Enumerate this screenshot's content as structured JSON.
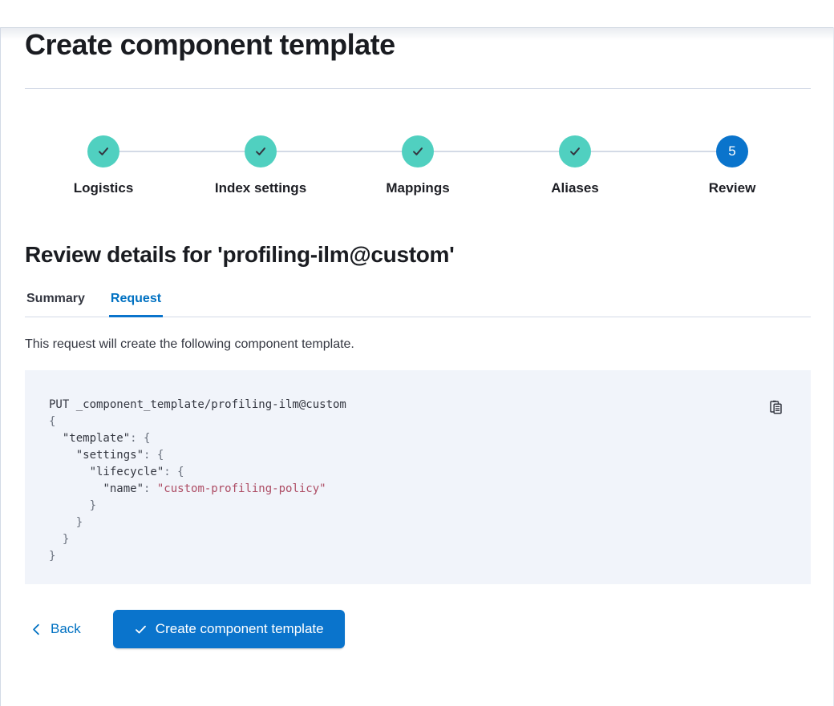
{
  "page": {
    "title": "Create component template"
  },
  "stepper": {
    "steps": [
      {
        "label": "Logistics",
        "status": "complete"
      },
      {
        "label": "Index settings",
        "status": "complete"
      },
      {
        "label": "Mappings",
        "status": "complete"
      },
      {
        "label": "Aliases",
        "status": "complete"
      },
      {
        "label": "Review",
        "status": "current",
        "number": "5"
      }
    ]
  },
  "review": {
    "heading": "Review details for 'profiling-ilm@custom'",
    "tabs": [
      {
        "label": "Summary",
        "selected": false
      },
      {
        "label": "Request",
        "selected": true
      }
    ],
    "description": "This request will create the following component template."
  },
  "code_block": {
    "language": "json",
    "copy_icon": "copy-clipboard-icon",
    "lines": [
      [
        {
          "text": "PUT _component_template/profiling-ilm@custom",
          "style": "plain"
        }
      ],
      [
        {
          "text": "{",
          "style": "punct"
        }
      ],
      [
        {
          "text": "  ",
          "style": "plain"
        },
        {
          "text": "\"template\"",
          "style": "key"
        },
        {
          "text": ": {",
          "style": "punct"
        }
      ],
      [
        {
          "text": "    ",
          "style": "plain"
        },
        {
          "text": "\"settings\"",
          "style": "key"
        },
        {
          "text": ": {",
          "style": "punct"
        }
      ],
      [
        {
          "text": "      ",
          "style": "plain"
        },
        {
          "text": "\"lifecycle\"",
          "style": "key"
        },
        {
          "text": ": {",
          "style": "punct"
        }
      ],
      [
        {
          "text": "        ",
          "style": "plain"
        },
        {
          "text": "\"name\"",
          "style": "key"
        },
        {
          "text": ": ",
          "style": "punct"
        },
        {
          "text": "\"custom-profiling-policy\"",
          "style": "string"
        }
      ],
      [
        {
          "text": "      }",
          "style": "punct"
        }
      ],
      [
        {
          "text": "    }",
          "style": "punct"
        }
      ],
      [
        {
          "text": "  }",
          "style": "punct"
        }
      ],
      [
        {
          "text": "}",
          "style": "punct"
        }
      ]
    ]
  },
  "footer": {
    "back_label": "Back",
    "back_icon": "chevron-left-icon",
    "submit_label": "Create component template",
    "submit_icon": "check-icon"
  },
  "icons": {
    "step_complete": "check-icon",
    "step_current_number": "5"
  },
  "colors": {
    "step_complete_fill": "#50d0c0",
    "step_current_fill": "#0a74cc",
    "primary_button": "#0a74cc",
    "link_blue": "#0071c2",
    "selected_tab": "#0071c2",
    "heading_text": "#1a1c21",
    "body_text": "#343741",
    "border": "#d3dae6",
    "code_background": "#f1f4fa",
    "code_punctuation": "#69707d",
    "code_string": "#ad4c64"
  }
}
